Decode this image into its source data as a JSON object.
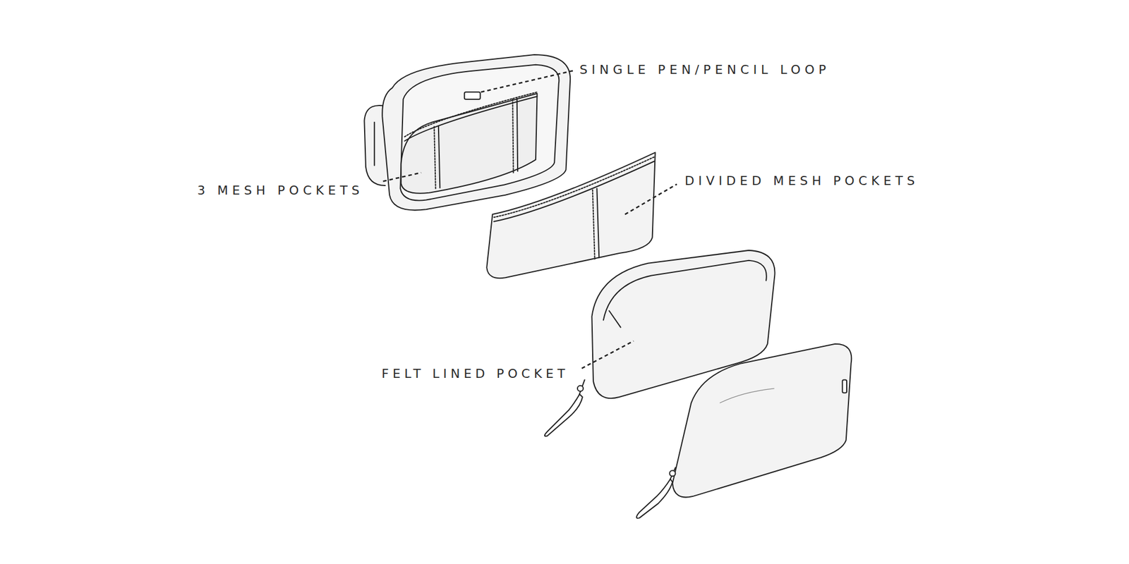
{
  "diagram": {
    "labels": [
      "SINGLE PEN/PENCIL LOOP",
      "3 MESH POCKETS",
      "DIVIDED MESH POCKETS",
      "FELT LINED POCKET"
    ]
  }
}
